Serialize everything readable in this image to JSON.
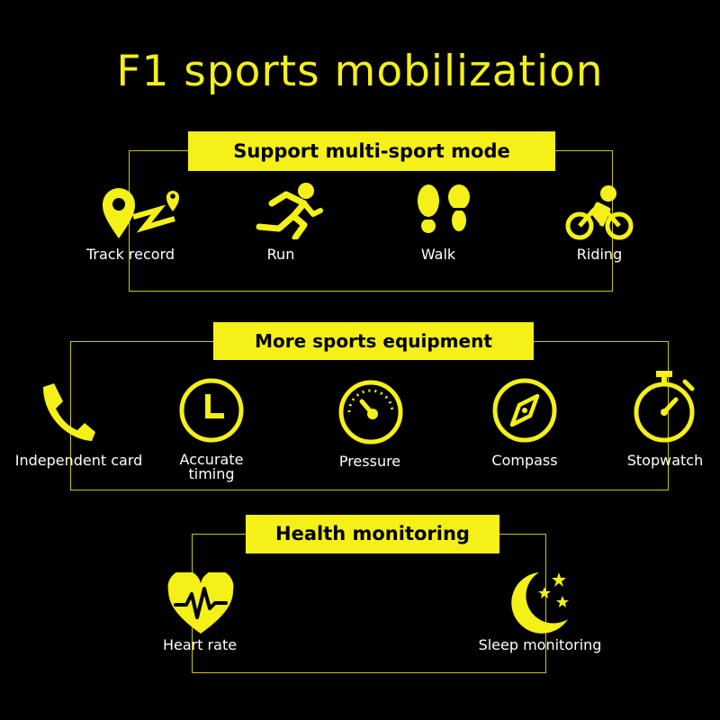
{
  "title": "F1 sports mobilization",
  "colors": {
    "accent": "#f4f018",
    "background": "#000000",
    "text": "#ffffff"
  },
  "sections": {
    "multi_sport": {
      "heading": "Support multi-sport mode",
      "items": [
        {
          "label": "Track record",
          "icon": "track-record-icon"
        },
        {
          "label": "Run",
          "icon": "runner-icon"
        },
        {
          "label": "Walk",
          "icon": "footprints-icon"
        },
        {
          "label": "Riding",
          "icon": "cyclist-icon"
        }
      ]
    },
    "equipment": {
      "heading": "More sports equipment",
      "items": [
        {
          "label": "Independent card",
          "icon": "phone-icon"
        },
        {
          "label": "Accurate timing",
          "icon": "clock-icon"
        },
        {
          "label": "Pressure",
          "icon": "gauge-icon"
        },
        {
          "label": "Compass",
          "icon": "compass-icon"
        },
        {
          "label": "Stopwatch",
          "icon": "stopwatch-icon"
        }
      ]
    },
    "health": {
      "heading": "Health monitoring",
      "items": [
        {
          "label": "Heart rate",
          "icon": "heart-rate-icon"
        },
        {
          "label": "Sleep monitoring",
          "icon": "moon-stars-icon"
        }
      ]
    }
  }
}
